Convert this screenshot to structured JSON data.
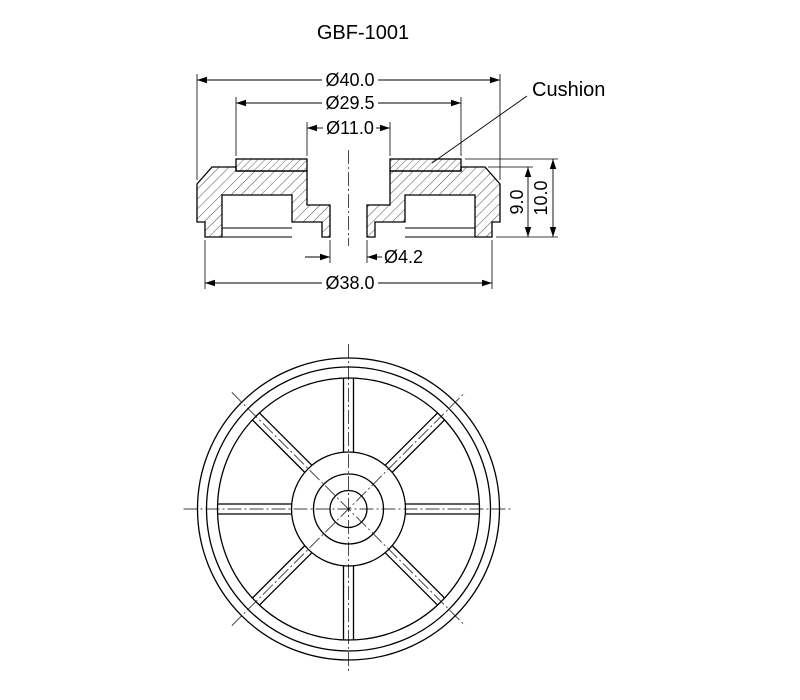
{
  "title": "GBF-1001",
  "section_view": {
    "dim_outer_diameter": "Ø40.0",
    "dim_cushion_diameter": "Ø29.5",
    "dim_counterbore_diameter": "Ø11.0",
    "dim_hole_diameter": "Ø4.2",
    "dim_base_diameter": "Ø38.0",
    "dim_body_height": "9.0",
    "dim_total_height": "10.0",
    "cushion_label": "Cushion"
  },
  "bottom_view": {
    "rib_count": 8
  },
  "colors": {
    "line": "#000000",
    "background": "#ffffff"
  }
}
